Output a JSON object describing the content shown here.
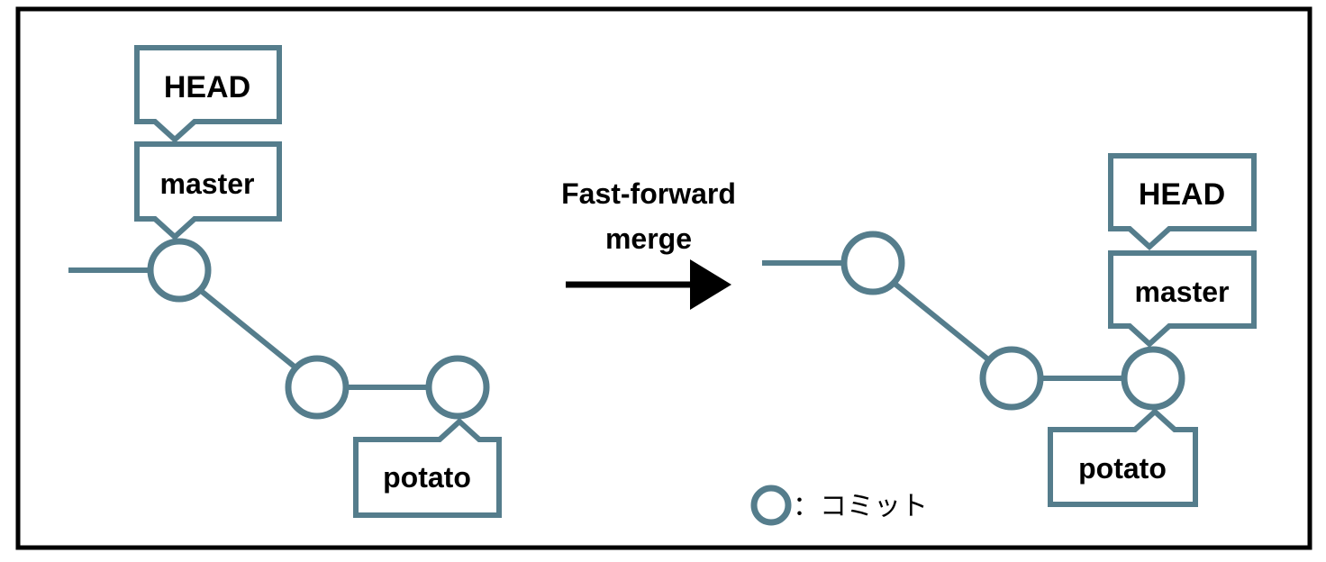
{
  "left": {
    "head_label": "HEAD",
    "master_label": "master",
    "branch_label": "potato"
  },
  "arrow": {
    "line1": "Fast-forward",
    "line2": "merge"
  },
  "right": {
    "head_label": "HEAD",
    "master_label": "master",
    "branch_label": "potato"
  },
  "legend": {
    "text": "：コミット"
  },
  "colors": {
    "accent": "#557d8c",
    "border": "#000000",
    "arrow": "#000000"
  }
}
